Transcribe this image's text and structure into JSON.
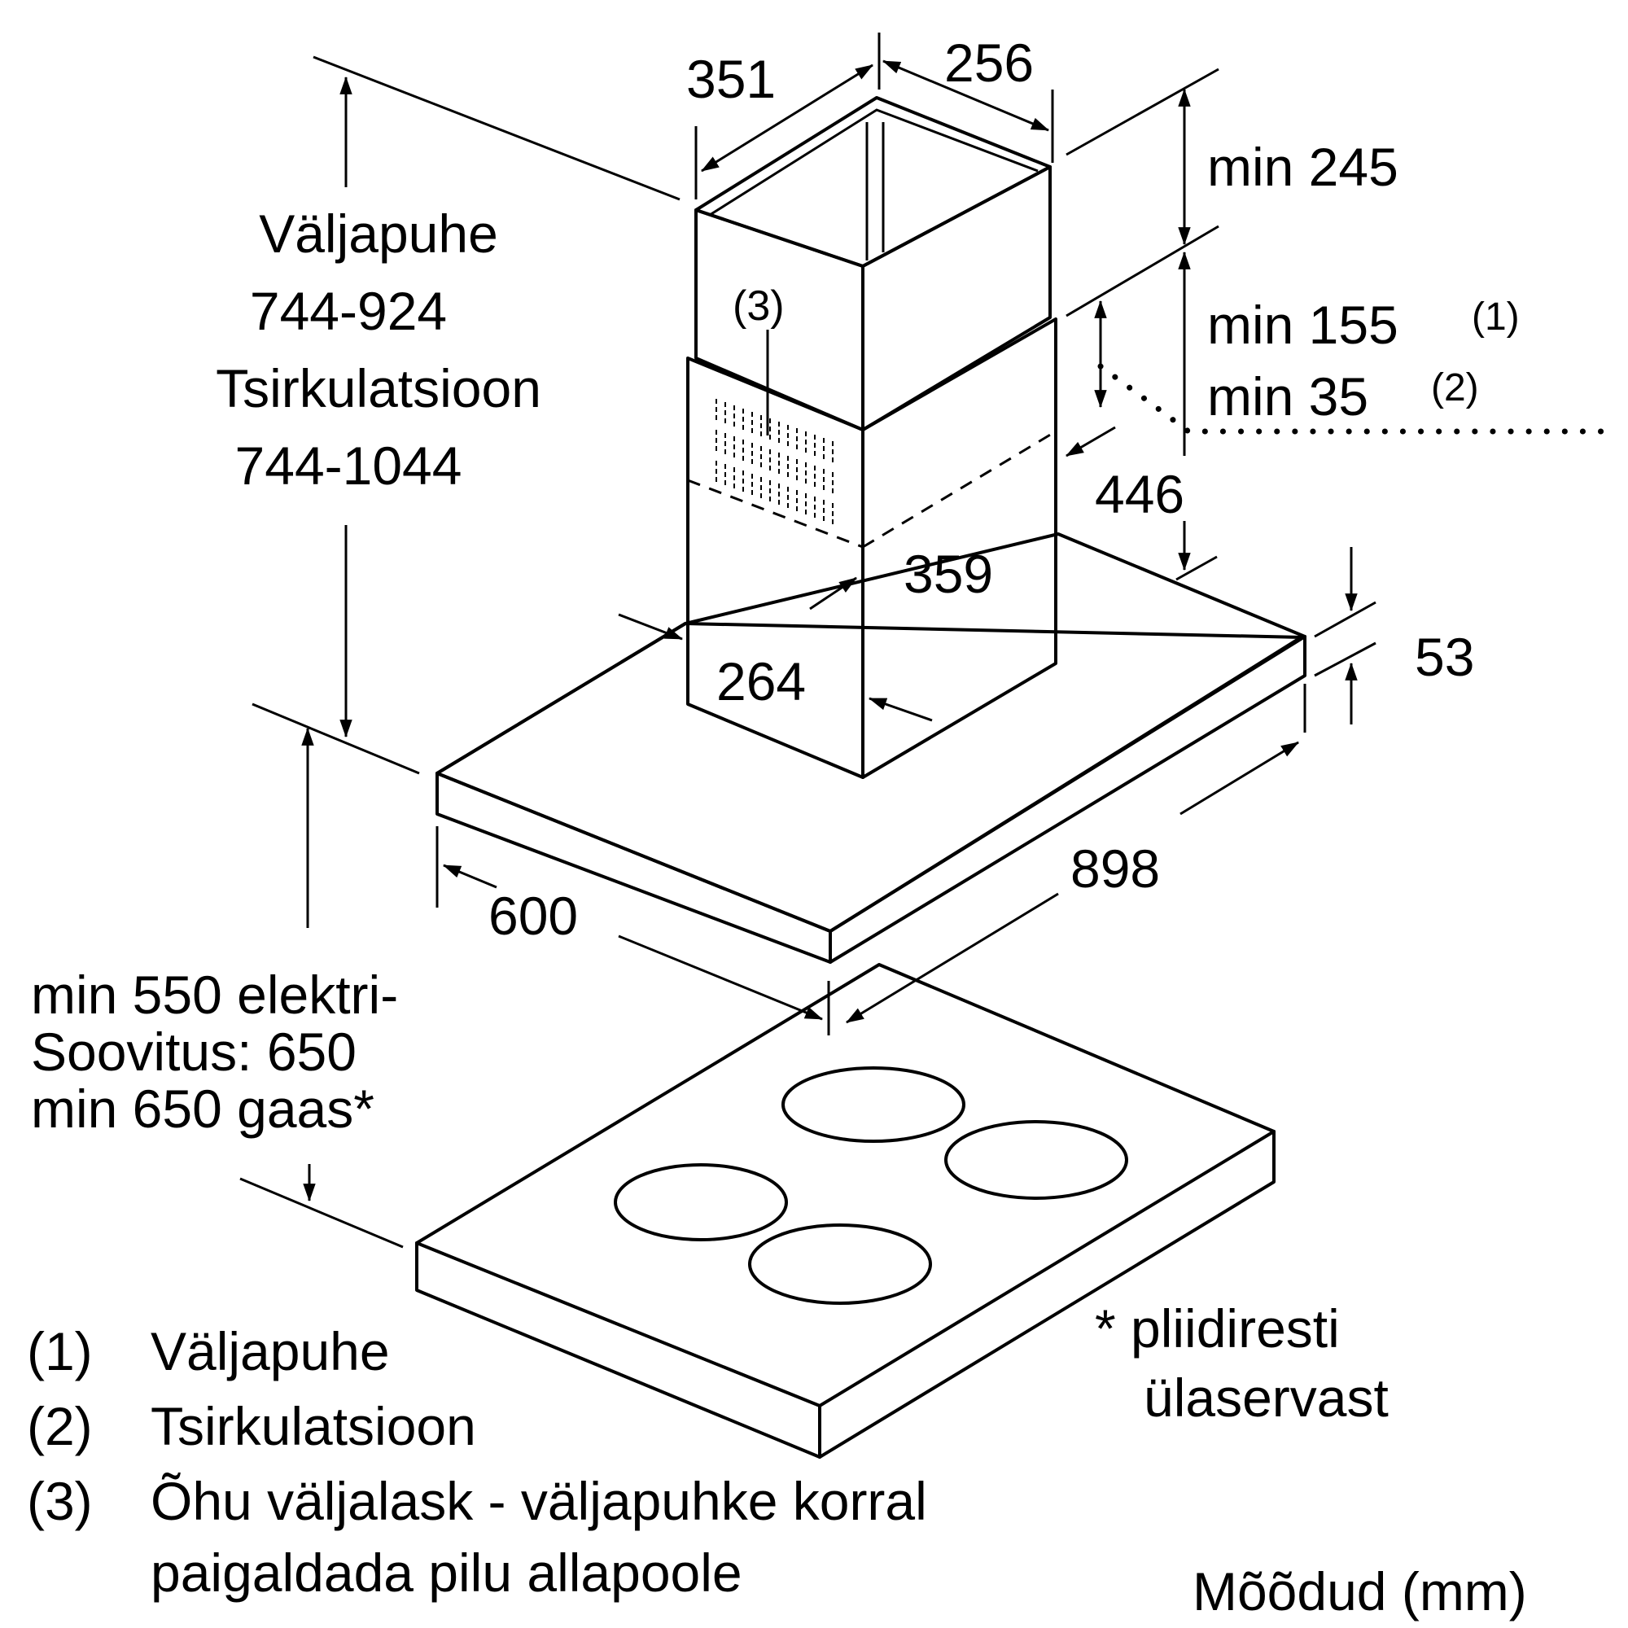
{
  "dimensions": {
    "chimney_top_width": "351",
    "chimney_top_depth": "256",
    "top_clearance": "min 245",
    "ducted_clearance": "min 155",
    "ducted_note_ref": "(1)",
    "recirc_clearance": "min 35",
    "recirc_note_ref": "(2)",
    "chimney_height": "446",
    "chimney_mid_depth": "359",
    "chimney_bottom_width": "264",
    "canopy_thickness": "53",
    "canopy_depth": "600",
    "canopy_width": "898",
    "outlet_ref": "(3)"
  },
  "height_range": {
    "line1": "Väljapuhe",
    "line2": "744-924",
    "line3": "Tsirkulatsioon",
    "line4": "744-1044"
  },
  "hob_clearance": {
    "line1": "min 550 elektri-",
    "line2": "Soovitus: 650",
    "line3": "min 650 gaas*"
  },
  "footnote": {
    "line1": "* pliidiresti",
    "line2": "ülaservast"
  },
  "legend": [
    {
      "num": "(1)",
      "text": "Väljapuhe"
    },
    {
      "num": "(2)",
      "text": "Tsirkulatsioon"
    },
    {
      "num": "(3)",
      "text": "Õhu väljalask - väljapuhke korral"
    },
    {
      "num": "",
      "text": "paigaldada pilu allapoole"
    }
  ],
  "units": "Mõõdud (mm)"
}
